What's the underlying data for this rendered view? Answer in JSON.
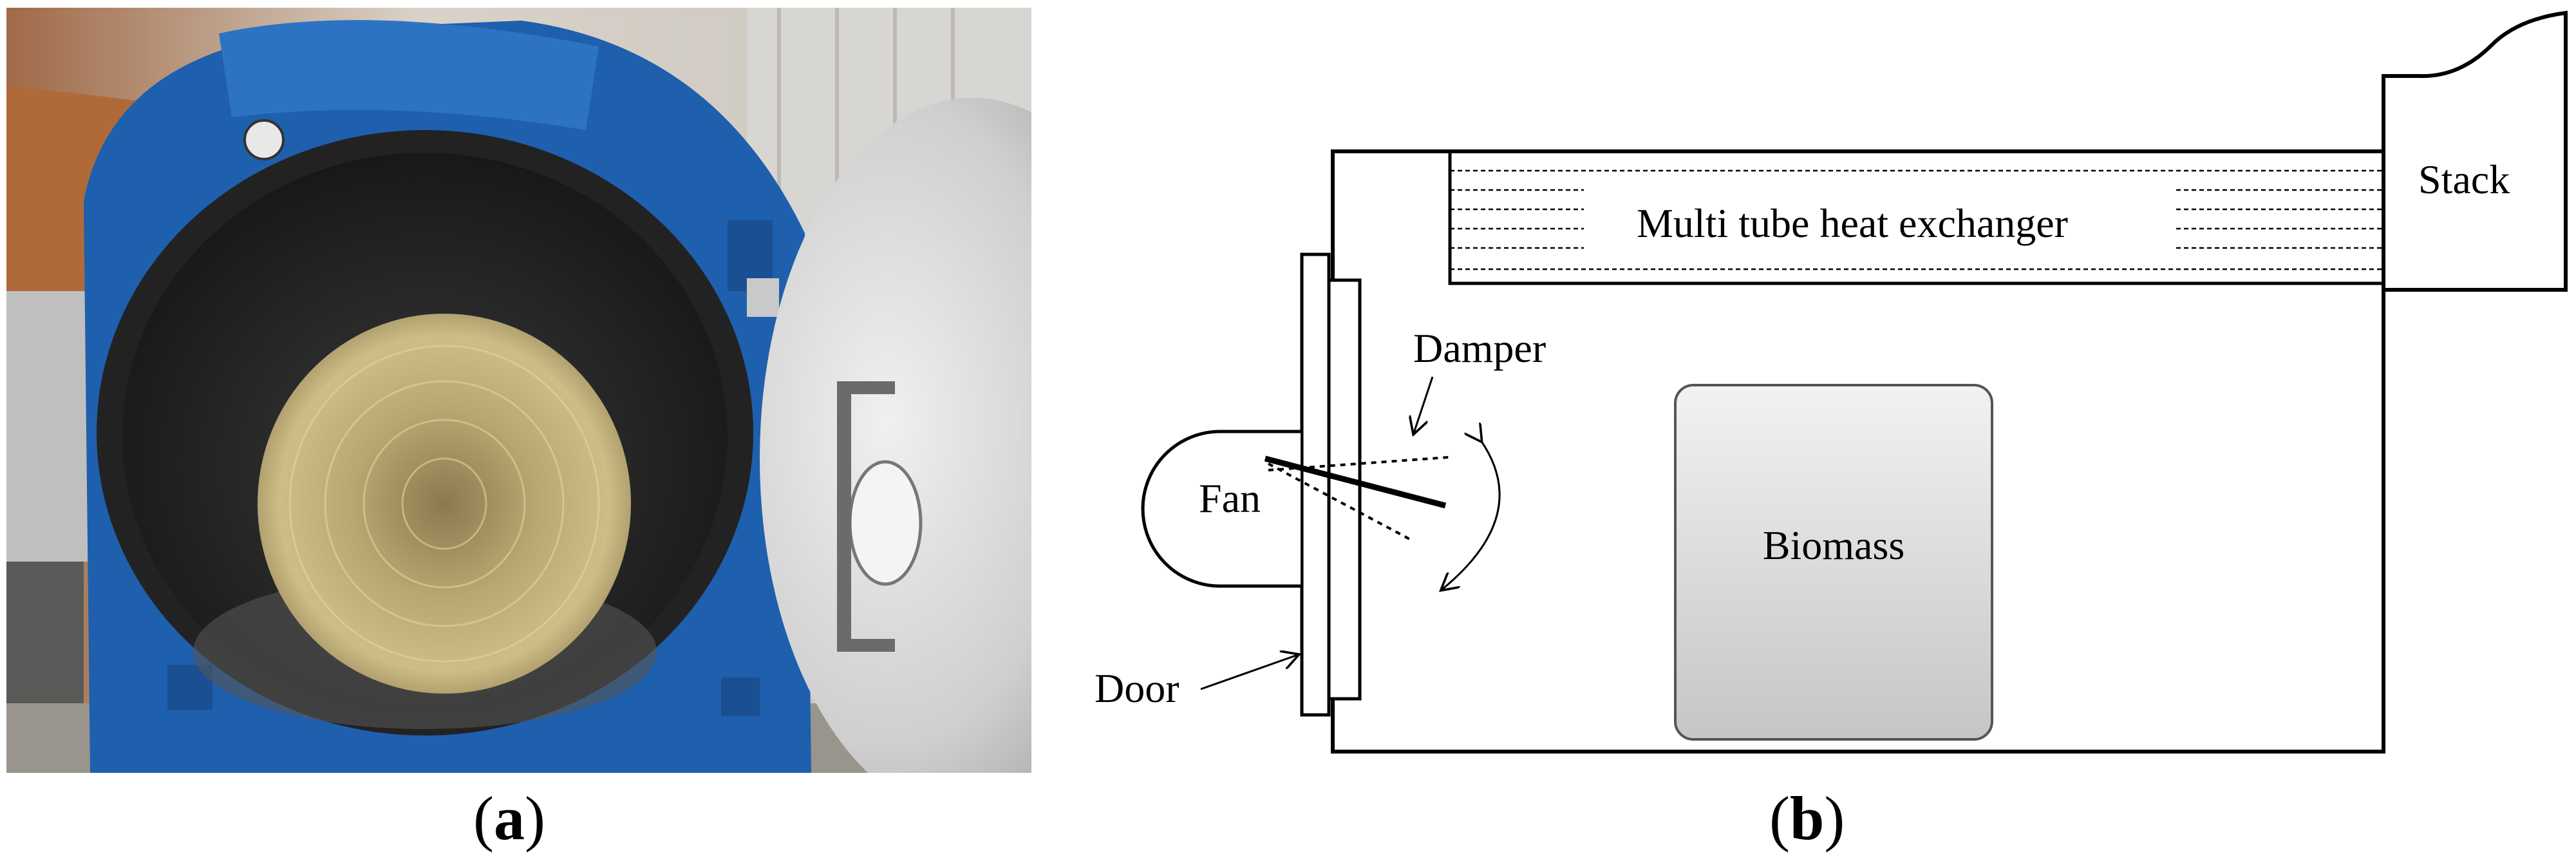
{
  "panel_a": {
    "caption_open": "(",
    "caption_letter": "a",
    "caption_close": ")"
  },
  "panel_b": {
    "caption_open": "(",
    "caption_letter": "b",
    "caption_close": ")",
    "labels": {
      "stack": "Stack",
      "heat_exchanger": "Multi tube heat exchanger",
      "damper": "Damper",
      "fan": "Fan",
      "biomass": "Biomass",
      "door": "Door"
    }
  }
}
